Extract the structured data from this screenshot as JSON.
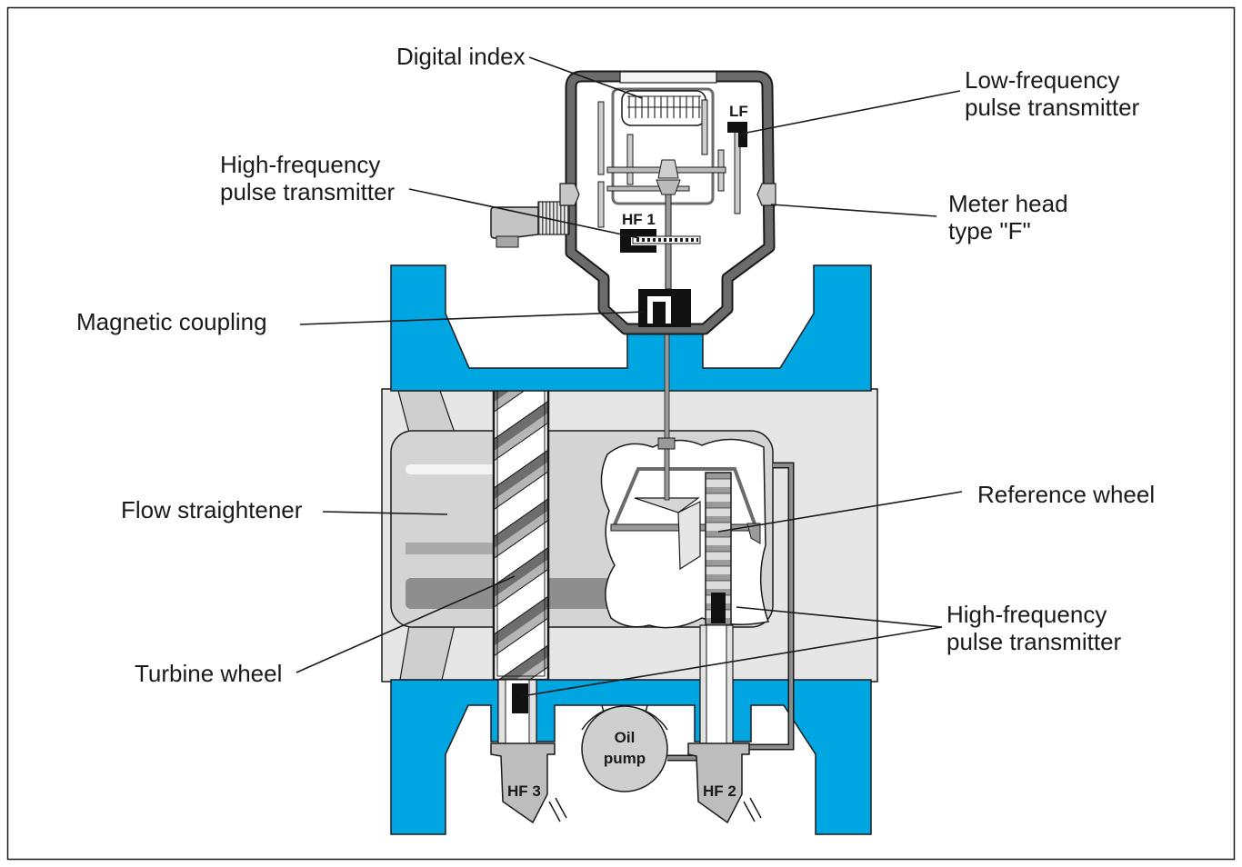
{
  "labels": {
    "digital_index": "Digital index",
    "lf_pulse_transmitter": {
      "line1": "Low-frequency",
      "line2": "pulse transmitter"
    },
    "hf_pulse_transmitter_head": {
      "line1": "High-frequency",
      "line2": "pulse transmitter"
    },
    "meter_head": {
      "line1": "Meter head",
      "line2": "type \"F\""
    },
    "magnetic_coupling": "Magnetic coupling",
    "flow_straightener": "Flow straightener",
    "reference_wheel": "Reference wheel",
    "turbine_wheel": "Turbine wheel",
    "hf_pulse_transmitter_body": {
      "line1": "High-frequency",
      "line2": "pulse transmitter"
    }
  },
  "tags": {
    "hf1": "HF 1",
    "lf": "LF",
    "hf2": "HF 2",
    "hf3": "HF 3",
    "oil_pump": {
      "line1": "Oil",
      "line2": "pump"
    }
  },
  "colors": {
    "flange_blue": "#00a6e2",
    "pipe_gray": "#e6e6e6",
    "component_gray": "#d4d4d4",
    "housing_gray": "#6b6b6b",
    "sensor_black": "#111111"
  }
}
